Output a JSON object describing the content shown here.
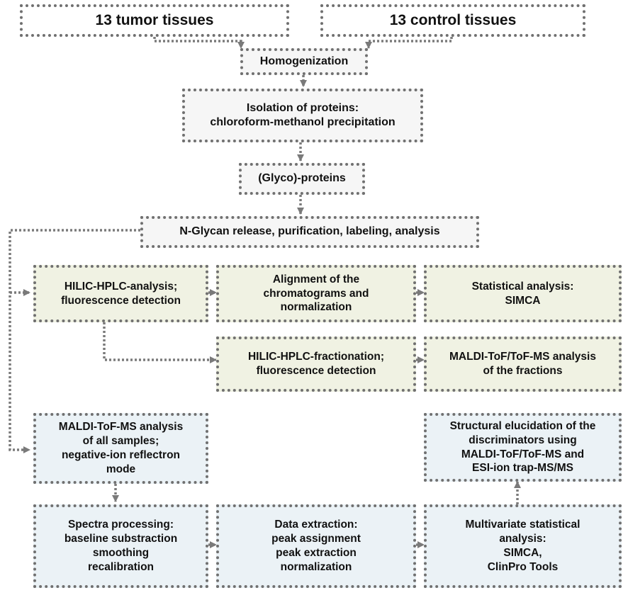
{
  "colors": {
    "border": "#707070",
    "fill_top": "#f6f6f6",
    "fill_hplc": "#f0f2e3",
    "fill_ms": "#ebf2f6"
  },
  "nodes": {
    "tumor": "13 tumor tissues",
    "control": "13 control tissues",
    "homogenization": "Homogenization",
    "isolation": "Isolation of proteins:\nchloroform-methanol precipitation",
    "glycoproteins": "(Glyco)-proteins",
    "nglycan": "N-Glycan release, purification, labeling, analysis",
    "hilic_analysis": "HILIC-HPLC-analysis;\nfluorescence detection",
    "alignment": "Alignment of the\nchromatograms and\nnormalization",
    "statistical": "Statistical analysis:\nSIMCA",
    "hilic_fractionation": "HILIC-HPLC-fractionation;\nfluorescence detection",
    "maldi_fractions": "MALDI-ToF/ToF-MS analysis\nof the fractions",
    "maldi_all": "MALDI-ToF-MS analysis\nof all samples;\nnegative-ion reflectron\nmode",
    "structural": "Structural elucidation of the\ndiscriminators using\nMALDI-ToF/ToF-MS and\nESI-ion trap-MS/MS",
    "spectra": "Spectra processing:\nbaseline substraction\nsmoothing\nrecalibration",
    "data_extraction": "Data extraction:\npeak assignment\npeak extraction\nnormalization",
    "multivariate": "Multivariate statistical\nanalysis:\nSIMCA,\nClinPro Tools"
  }
}
